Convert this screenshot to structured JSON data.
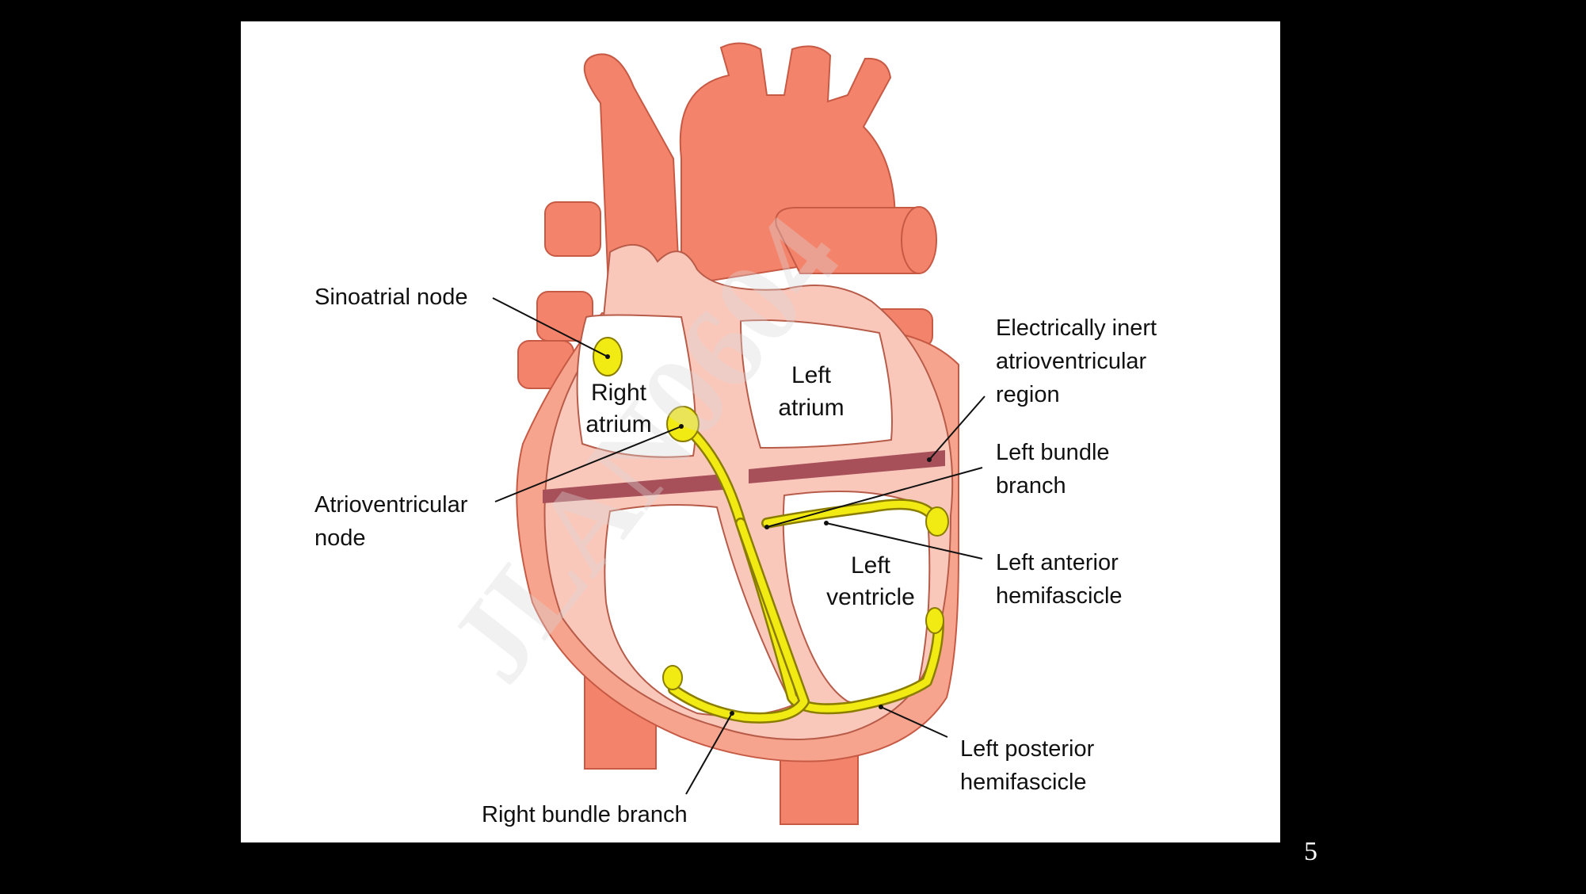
{
  "slide": {
    "page_number": "5",
    "watermark": "JLAN0604"
  },
  "diagram": {
    "chambers": {
      "right_atrium": [
        "Right",
        "atrium"
      ],
      "left_atrium": [
        "Left",
        "atrium"
      ],
      "left_ventricle": [
        "Left",
        "ventricle"
      ]
    },
    "labels": {
      "sinoatrial_node": [
        "Sinoatrial node"
      ],
      "atrioventricular_node": [
        "Atrioventricular",
        "node"
      ],
      "electrically_inert_region": [
        "Electrically inert",
        "atrioventricular",
        "region"
      ],
      "left_bundle_branch": [
        "Left bundle",
        "branch"
      ],
      "left_anterior_hemifascicle": [
        "Left anterior",
        "hemifascicle"
      ],
      "left_posterior_hemifascicle": [
        "Left posterior",
        "hemifascicle"
      ],
      "right_bundle_branch": [
        "Right bundle branch"
      ]
    },
    "colors": {
      "background": "#000000",
      "panel": "#ffffff",
      "vessel": "#f4836b",
      "vessel_stroke": "#c75a45",
      "myocardium": "#f9c8bb",
      "epicardium": "#f6a48d",
      "chamber": "#ffffff",
      "inert_band": "#a8505a",
      "conduction": "#f2ea13",
      "conduction_stroke": "#8a7d00"
    }
  }
}
